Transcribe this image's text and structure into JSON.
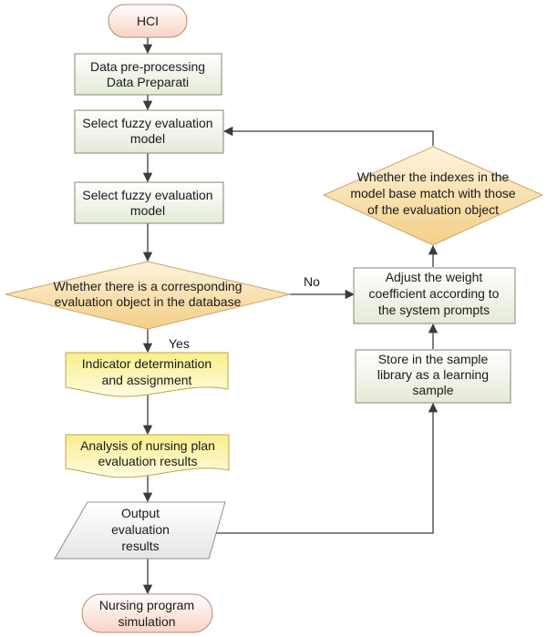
{
  "diagram": {
    "nodes": {
      "hci": {
        "lines": [
          "HCI"
        ]
      },
      "preprocess": {
        "lines": [
          "Data pre-processing",
          "Data Preparati"
        ]
      },
      "select_model_1": {
        "lines": [
          "Select fuzzy evaluation",
          "model"
        ]
      },
      "select_model_2": {
        "lines": [
          "Select fuzzy evaluation",
          "model"
        ]
      },
      "decision_db": {
        "lines": [
          "Whether there is a corresponding",
          "evaluation object in the database"
        ]
      },
      "indicator": {
        "lines": [
          "Indicator determination",
          "and assignment"
        ]
      },
      "analysis": {
        "lines": [
          "Analysis of nursing plan",
          "evaluation results"
        ]
      },
      "output": {
        "lines": [
          "Output",
          "evaluation",
          "results"
        ]
      },
      "simulation": {
        "lines": [
          "Nursing program",
          "simulation"
        ]
      },
      "store": {
        "lines": [
          "Store in the sample",
          "library as a learning",
          "sample"
        ]
      },
      "adjust": {
        "lines": [
          "Adjust the weight",
          "coefficient according to",
          "the system prompts"
        ]
      },
      "decision_match": {
        "lines": [
          "Whether the indexes in the",
          "model base match with those",
          "of the evaluation object"
        ]
      }
    },
    "edge_labels": {
      "no": "No",
      "yes": "Yes"
    },
    "colors": {
      "terminal_fill": "#fbe3d9",
      "process_fill": "#eef2e4",
      "decision_fill": "#f8dca4",
      "document_fill": "#fbf3a8",
      "io_fill": "#f0f0f0",
      "line": "#3b3b3b"
    }
  }
}
